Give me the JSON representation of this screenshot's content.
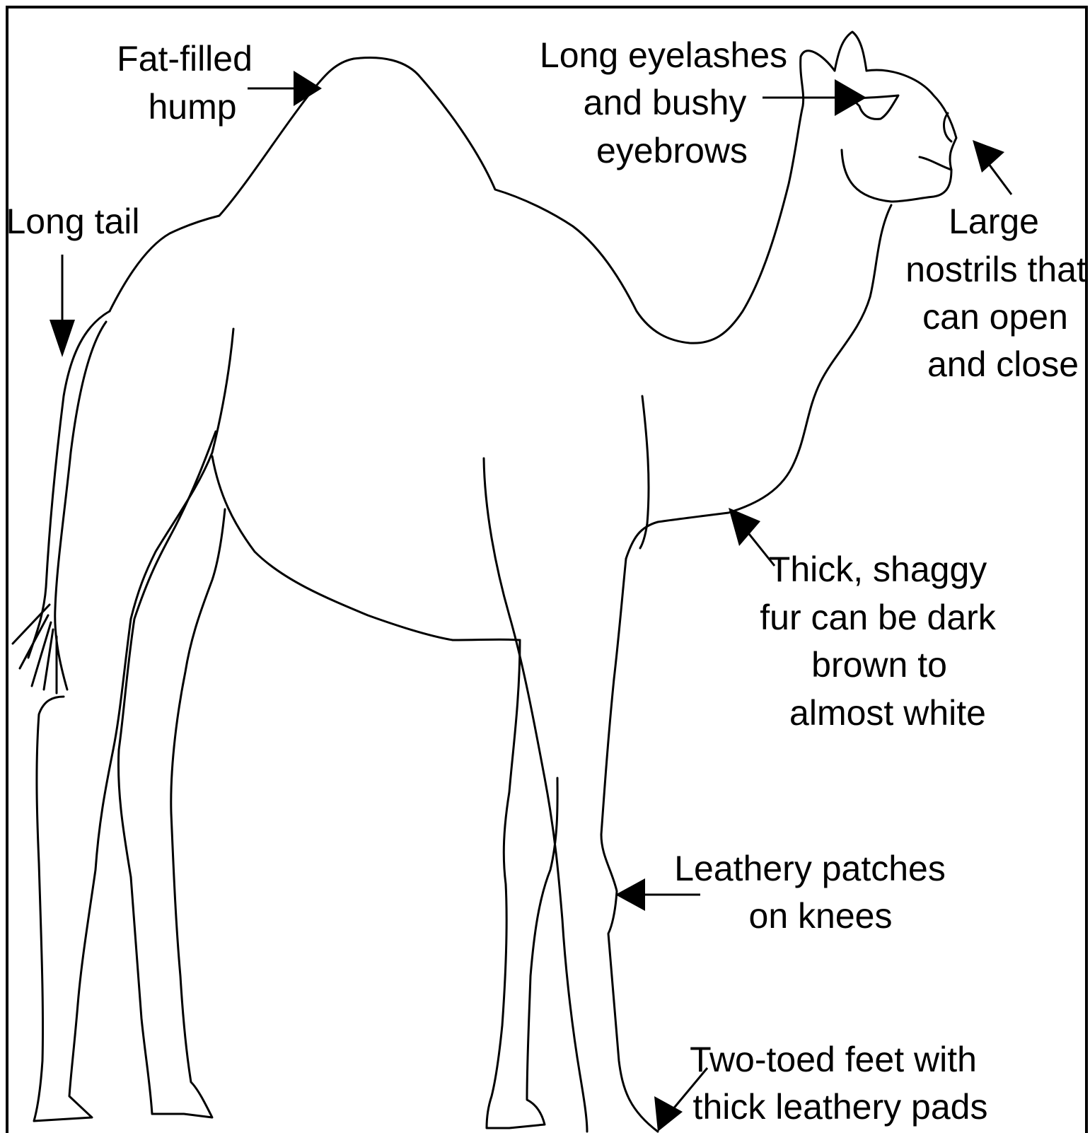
{
  "labels": {
    "hump": [
      "Fat-filled",
      "hump"
    ],
    "eyelashes": [
      "Long eyelashes",
      "and bushy",
      "eyebrows"
    ],
    "tail": [
      "Long tail"
    ],
    "nostrils": [
      "Large",
      "nostrils that",
      "can open",
      "and close"
    ],
    "fur": [
      "Thick, shaggy",
      "fur can be dark",
      "brown to",
      "almost white"
    ],
    "knees": [
      "Leathery patches",
      "on knees"
    ],
    "feet": [
      "Two-toed feet with",
      "thick leathery pads"
    ]
  },
  "colors": {
    "line": "#000000",
    "background": "#ffffff"
  }
}
